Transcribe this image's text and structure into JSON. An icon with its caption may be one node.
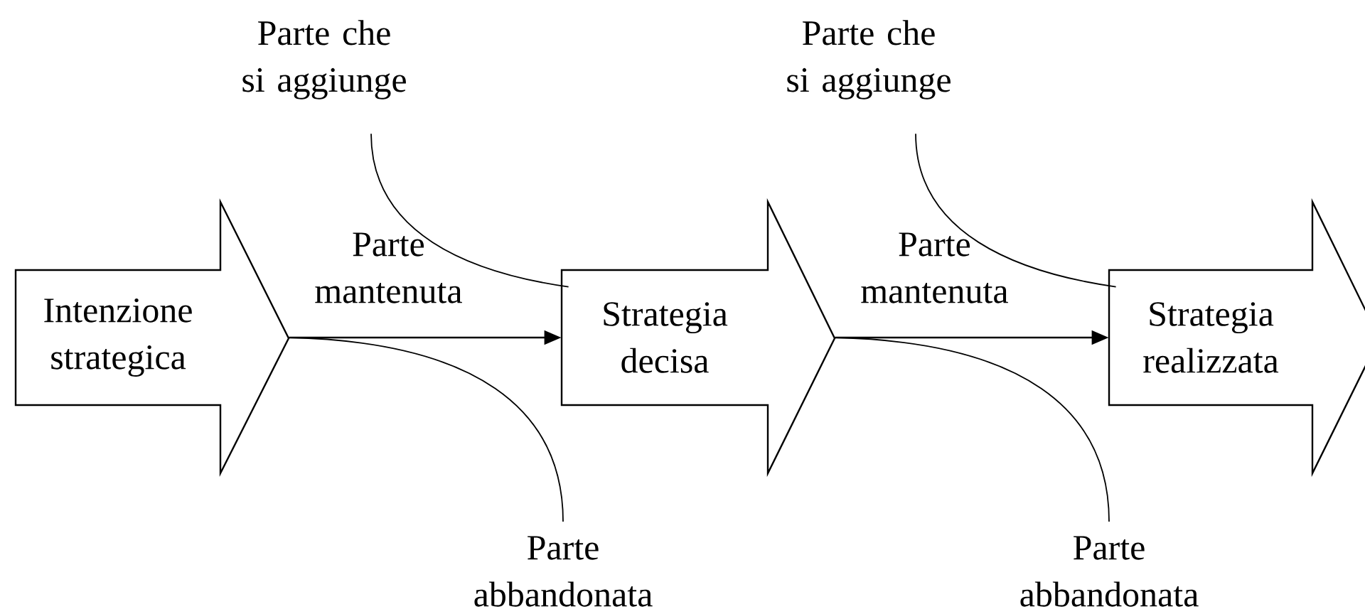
{
  "diagram": {
    "nodes": [
      {
        "text": [
          "Intenzione strategica"
        ]
      },
      {
        "text": [
          "Parte che si aggiunge"
        ]
      },
      {
        "text": [
          "Strategia decisa"
        ]
      },
      {
        "text": [
          "Parte abbandonata"
        ]
      },
      {
        "text": [
          "Parte che si aggiunge"
        ]
      },
      {
        "text": [
          "Strategia realizzata"
        ]
      },
      {
        "text": [
          "Parte abbandonata"
        ]
      }
    ],
    "edges": [
      {
        "from": 0,
        "to": 2,
        "arrow": "to",
        "label": "Parte mantenuta"
      },
      {
        "from": 1,
        "to": 2,
        "arrow": "none"
      },
      {
        "from": 0,
        "to": 3,
        "arrow": "none"
      },
      {
        "from": 2,
        "to": 5,
        "arrow": "to",
        "label": "Parte mantenuta"
      },
      {
        "from": 4,
        "to": 5,
        "arrow": "none"
      },
      {
        "from": 2,
        "to": 6,
        "arrow": "none"
      }
    ]
  }
}
